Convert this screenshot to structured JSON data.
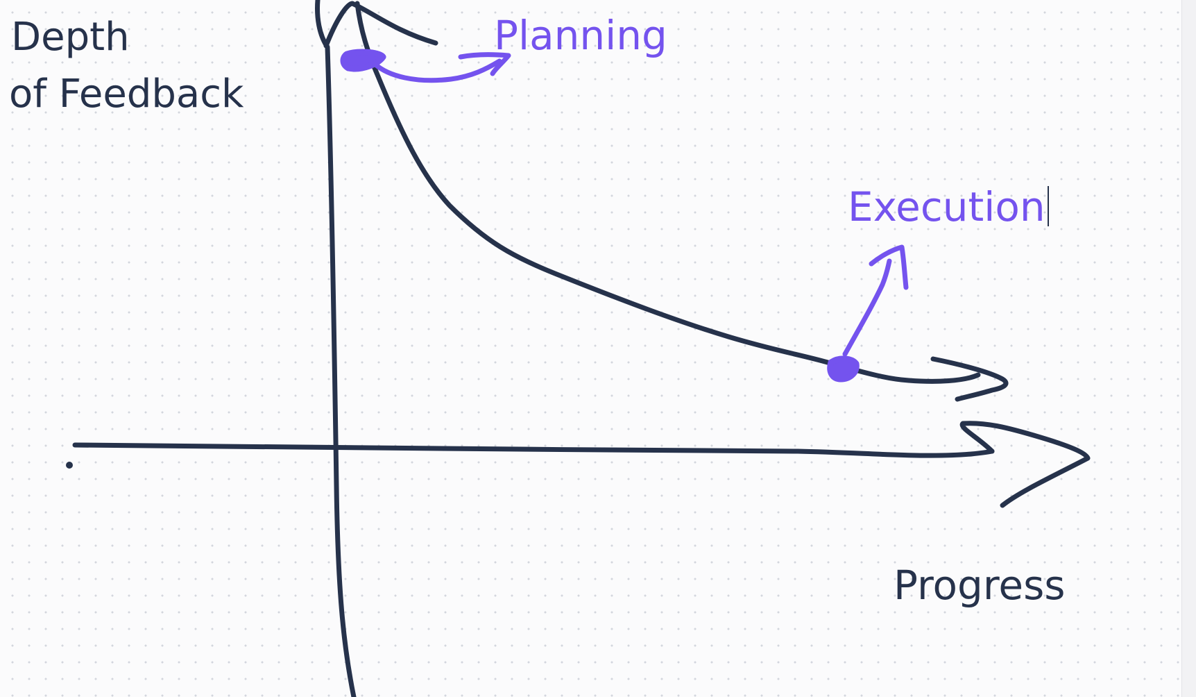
{
  "diagram": {
    "y_axis_label_line1": "Depth",
    "y_axis_label_line2": "of Feedback",
    "x_axis_label": "Progress",
    "points": [
      {
        "label": "Planning"
      },
      {
        "label": "Execution"
      }
    ]
  },
  "colors": {
    "ink": "#26324b",
    "accent": "#7453ee",
    "background": "#fbfbfc"
  }
}
